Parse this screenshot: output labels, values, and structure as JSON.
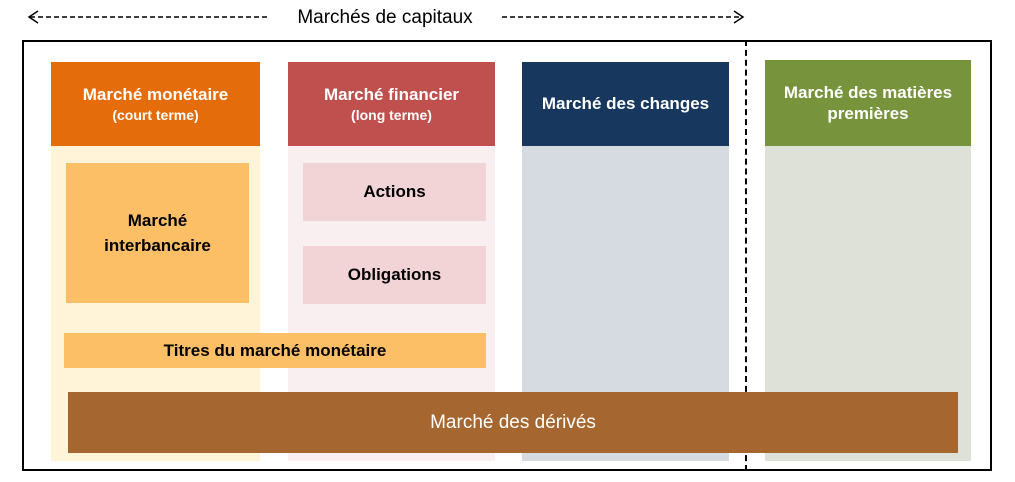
{
  "title": "Marchés de capitaux",
  "columns": [
    {
      "title": "Marché monétaire",
      "subtitle": "(court terme)",
      "color": "#e46c0a"
    },
    {
      "title": "Marché financier",
      "subtitle": "(long terme)",
      "color": "#c0504d"
    },
    {
      "title": "Marché des changes",
      "subtitle": "",
      "color": "#17375e"
    },
    {
      "title": "Marché des matières premières",
      "subtitle": "",
      "color": "#77933c"
    }
  ],
  "boxes": {
    "interbancaire_line1": "Marché",
    "interbancaire_line2": "interbancaire",
    "actions": "Actions",
    "obligations": "Obligations",
    "titres": "Titres du marché monétaire",
    "derives": "Marché des dérivés"
  }
}
